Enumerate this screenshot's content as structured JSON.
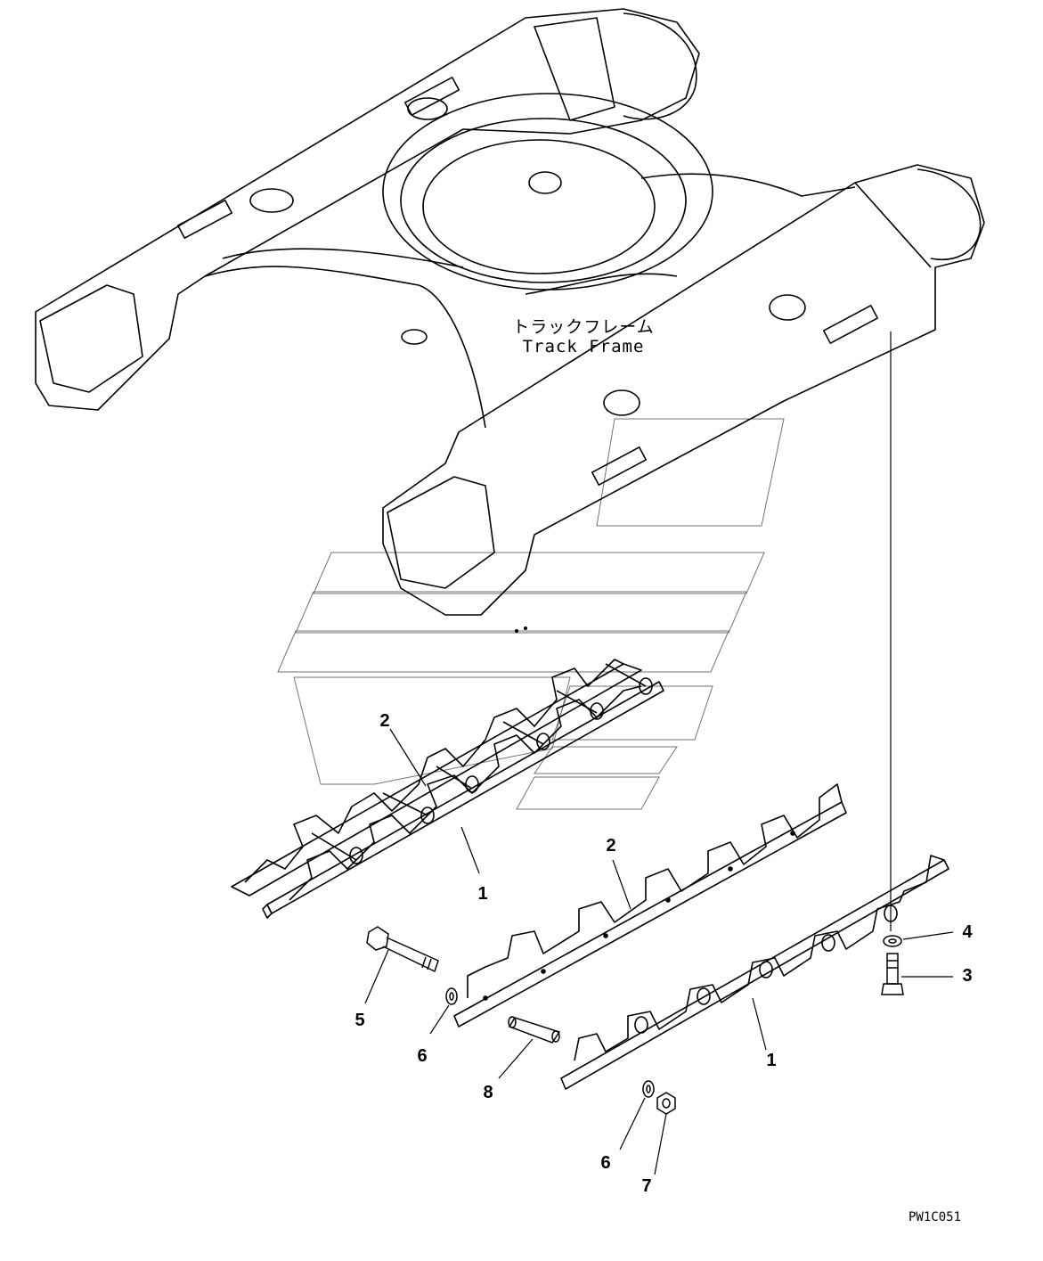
{
  "diagram": {
    "frame_label_jp": "トラックフレーム",
    "frame_label_en": "Track Frame",
    "drawing_code": "PW1C051",
    "callouts": [
      {
        "id": "c1a",
        "text": "1"
      },
      {
        "id": "c2a",
        "text": "2"
      },
      {
        "id": "c2b",
        "text": "2"
      },
      {
        "id": "c4",
        "text": "4"
      },
      {
        "id": "c3",
        "text": "3"
      },
      {
        "id": "c5",
        "text": "5"
      },
      {
        "id": "c6a",
        "text": "6"
      },
      {
        "id": "c1b",
        "text": "1"
      },
      {
        "id": "c8",
        "text": "8"
      },
      {
        "id": "c6b",
        "text": "6"
      },
      {
        "id": "c7",
        "text": "7"
      }
    ]
  }
}
